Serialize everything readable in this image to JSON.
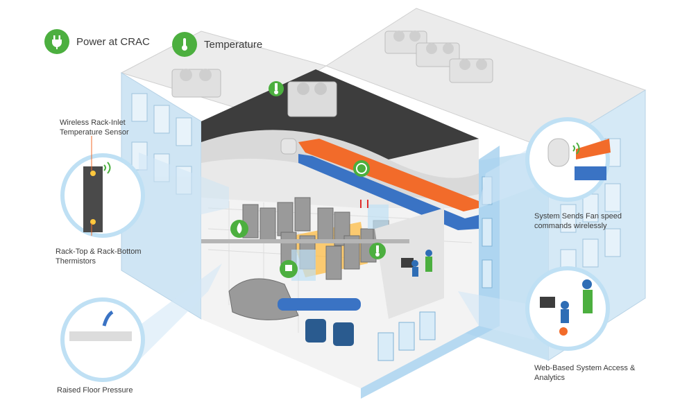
{
  "legend": {
    "power": "Power at CRAC",
    "temperature": "Temperature"
  },
  "callouts": {
    "wireless_sensor_line1": "Wireless Rack-Inlet",
    "wireless_sensor_line2": "Temperature Sensor",
    "thermistors_line1": "Rack-Top & Rack-Bottom",
    "thermistors_line2": "Thermistors",
    "raised_floor": "Raised Floor Pressure",
    "fan_speed_line1": "System Sends Fan speed",
    "fan_speed_line2": "commands wirelessly",
    "web_access_line1": "Web-Based System Access &",
    "web_access_line2": "Analytics"
  },
  "colors": {
    "green": "#4caf3f",
    "orange": "#f26b2a",
    "blue": "#3a73c4",
    "glass": "#bfe0f4"
  },
  "icons": [
    "plug-icon",
    "thermometer-icon",
    "water-drop-icon",
    "gauge-icon",
    "wireless-signal-icon"
  ]
}
